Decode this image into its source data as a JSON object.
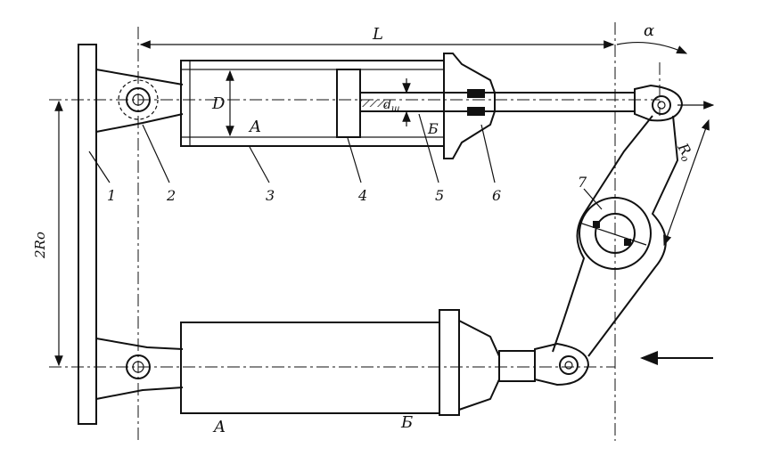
{
  "labels": {
    "dim_length": "L",
    "angle": "α",
    "dim_diameter": "D",
    "chamber_a_upper": "A",
    "chamber_b_upper": "Б",
    "rod_diameter": "d",
    "rod_diameter_sub": "ш",
    "arm_radius": "R",
    "arm_radius_sub": "o",
    "pin_spacing": "2Ro",
    "chamber_a_lower": "A",
    "chamber_b_lower": "Б"
  },
  "callouts": [
    "1",
    "2",
    "3",
    "4",
    "5",
    "6",
    "7"
  ],
  "colors": {
    "ink": "#111111",
    "hatch": "#222222",
    "paper": "#ffffff"
  }
}
